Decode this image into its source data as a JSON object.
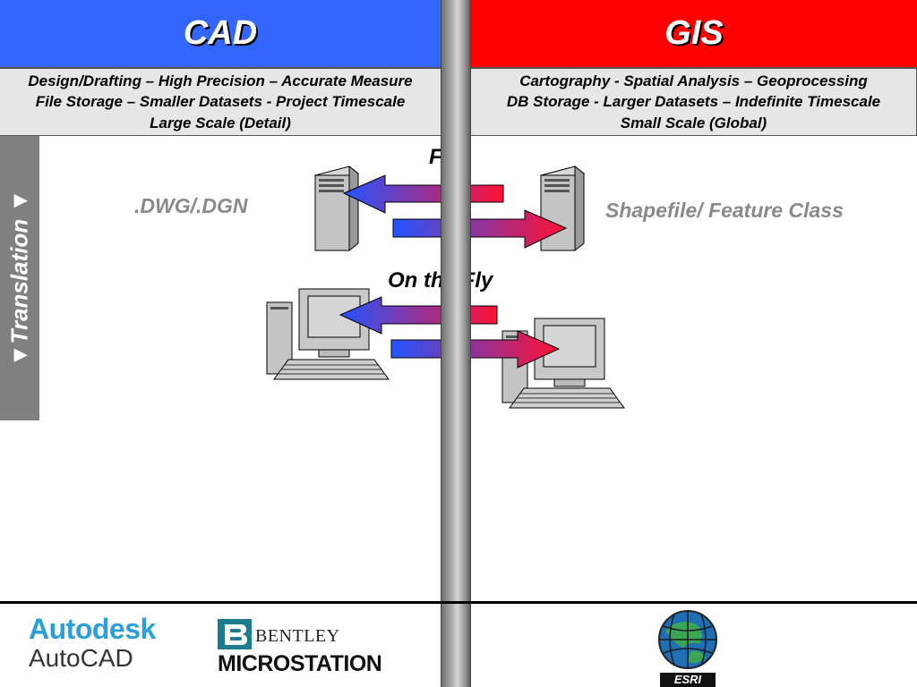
{
  "headers": {
    "cad": {
      "title": "CAD",
      "color": "#3366ff"
    },
    "gis": {
      "title": "GIS",
      "color": "#ff0000"
    }
  },
  "cad_desc": {
    "line1": "Design/Drafting – High Precision – Accurate Measure",
    "line2": "File Storage – Smaller Datasets - Project Timescale",
    "line3": "Large Scale (Detail)"
  },
  "gis_desc": {
    "line1": "Cartography - Spatial Analysis – Geoprocessing",
    "line2": "DB Storage - Larger Datasets – Indefinite Timescale",
    "line3": "Small Scale (Global)"
  },
  "sidebar": {
    "text": "▼Translation ▼"
  },
  "labels": {
    "cad_format": ".DWG/.DGN",
    "gis_format": "Shapefile/ Feature Class",
    "file": "File",
    "on_the_fly": "On the Fly"
  },
  "logos": {
    "autodesk": "Autodesk",
    "autocad": "AutoCAD",
    "bentley": "BENTLEY",
    "microstation": "MICROSTATION",
    "esri": "ESRI"
  },
  "icons": [
    "server-icon",
    "desktop-computer-icon",
    "arrow-left-icon",
    "arrow-right-icon",
    "globe-icon"
  ]
}
